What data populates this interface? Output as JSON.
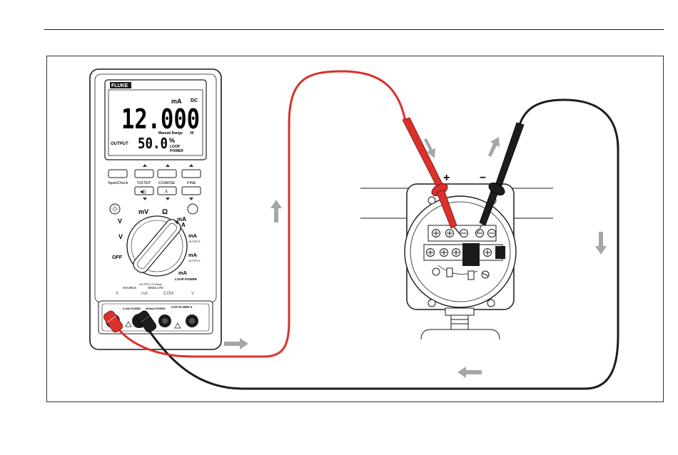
{
  "meter": {
    "brand": "FLUKE",
    "display": {
      "unit": "mA",
      "mode": "DC",
      "reading": "12.000",
      "range_text": "Manual Range",
      "range_value": "30",
      "output_label": "OUTPUT",
      "percent_value": "50.0",
      "percent_sign": "%",
      "loop_label": "LOOP",
      "power_label": "POWER"
    },
    "button_labels": [
      "SpanCheck",
      "%STEP",
      "COARSE",
      "FINE"
    ],
    "button_bottom_icons": [
      "◀))",
      "Λ"
    ],
    "dial": {
      "off": "OFF",
      "v_ac": "V",
      "v_dc": "V",
      "mv": "mV",
      "ohm": "Ω",
      "ma_a": "mA",
      "a_unit": "A",
      "ma_right1": "mA",
      "ma_right1_sub": "OUTPUT",
      "ma_right2": "mA",
      "ma_right2_sub": "OUTPUT",
      "ma_right3": "mA",
      "ma_right3_sub": "LOOP POWER"
    },
    "jacks_info": {
      "output_range": "OUTPUT 0-24mA",
      "source": "SOURCE",
      "simulate": "SIMULATE",
      "a_label": "A",
      "ma_label": "mA",
      "com_label": "COM",
      "v_label": "V",
      "fuse1": "0.44A FUSED",
      "fuse2": "400mA FUSED",
      "cat": "CAT III 1000 V"
    }
  },
  "transmitter": {
    "plus": "+",
    "minus": "–"
  },
  "colors": {
    "red_lead": "#d9312b",
    "black_lead": "#1d1d1d",
    "arrow": "#a6a6a6",
    "line": "#1a1a1a"
  }
}
